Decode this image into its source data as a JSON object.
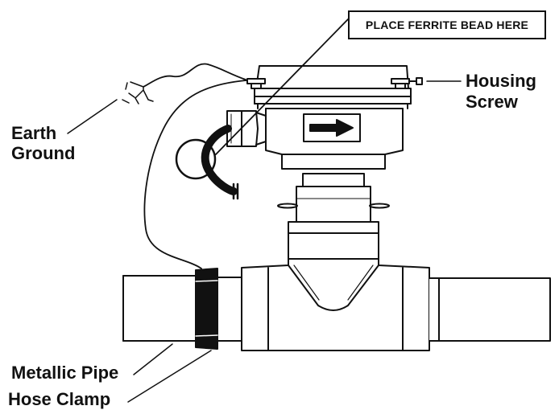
{
  "callout": {
    "text": "PLACE FERRITE BEAD HERE"
  },
  "labels": {
    "housing_screw_line1": "Housing",
    "housing_screw_line2": "Screw",
    "earth_ground_line1": "Earth",
    "earth_ground_line2": "Ground",
    "metallic_pipe": "Metallic Pipe",
    "hose_clamp": "Hose Clamp"
  },
  "colors": {
    "line": "#111111",
    "background": "#ffffff"
  }
}
